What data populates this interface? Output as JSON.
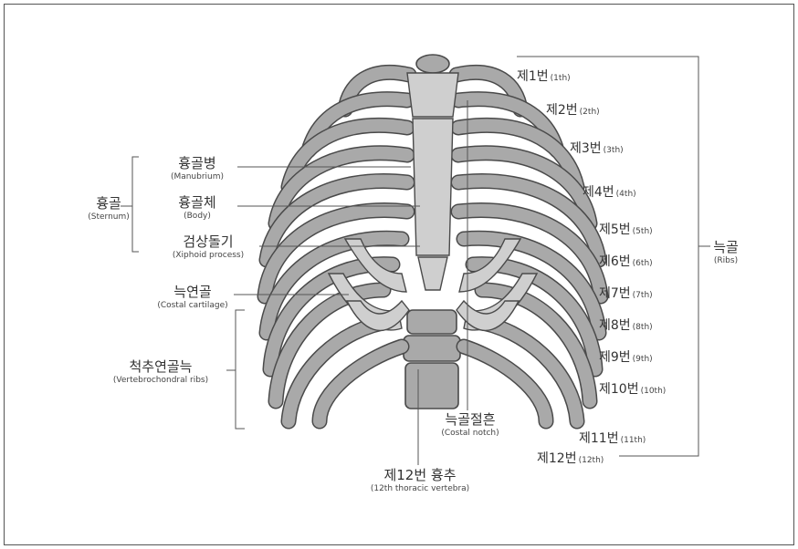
{
  "labels": {
    "sternum": {
      "ko": "흉골",
      "en": "(Sternum)"
    },
    "manubrium": {
      "ko": "흉골병",
      "en": "(Manubrium)"
    },
    "body": {
      "ko": "흉골체",
      "en": "(Body)"
    },
    "xiphoid": {
      "ko": "검상돌기",
      "en": "(Xiphoid process)"
    },
    "costal_cartilage": {
      "ko": "늑연골",
      "en": "(Costal cartilage)"
    },
    "vertebrochondral": {
      "ko": "척추연골늑",
      "en": "(Vertebrochondral ribs)"
    },
    "ribs": {
      "ko": "늑골",
      "en": "(Ribs)"
    },
    "costal_notch": {
      "ko": "늑골절흔",
      "en": "(Costal notch)"
    },
    "thoracic12": {
      "ko": "제12번 흉추",
      "en": "(12th thoracic vertebra)"
    }
  },
  "rib_numbers": [
    {
      "ko": "제1번",
      "en": "(1th)"
    },
    {
      "ko": "제2번",
      "en": "(2th)"
    },
    {
      "ko": "제3번",
      "en": "(3th)"
    },
    {
      "ko": "제4번",
      "en": "(4th)"
    },
    {
      "ko": "제5번",
      "en": "(5th)"
    },
    {
      "ko": "제6번",
      "en": "(6th)"
    },
    {
      "ko": "제7번",
      "en": "(7th)"
    },
    {
      "ko": "제8번",
      "en": "(8th)"
    },
    {
      "ko": "제9번",
      "en": "(9th)"
    },
    {
      "ko": "제10번",
      "en": "(10th)"
    },
    {
      "ko": "제11번",
      "en": "(11th)"
    },
    {
      "ko": "제12번",
      "en": "(12th)"
    }
  ],
  "colors": {
    "bone": "#a9a9a9",
    "bone_edge": "#4a4a4a",
    "cartilage": "#cfcfcf",
    "line": "#555555"
  }
}
